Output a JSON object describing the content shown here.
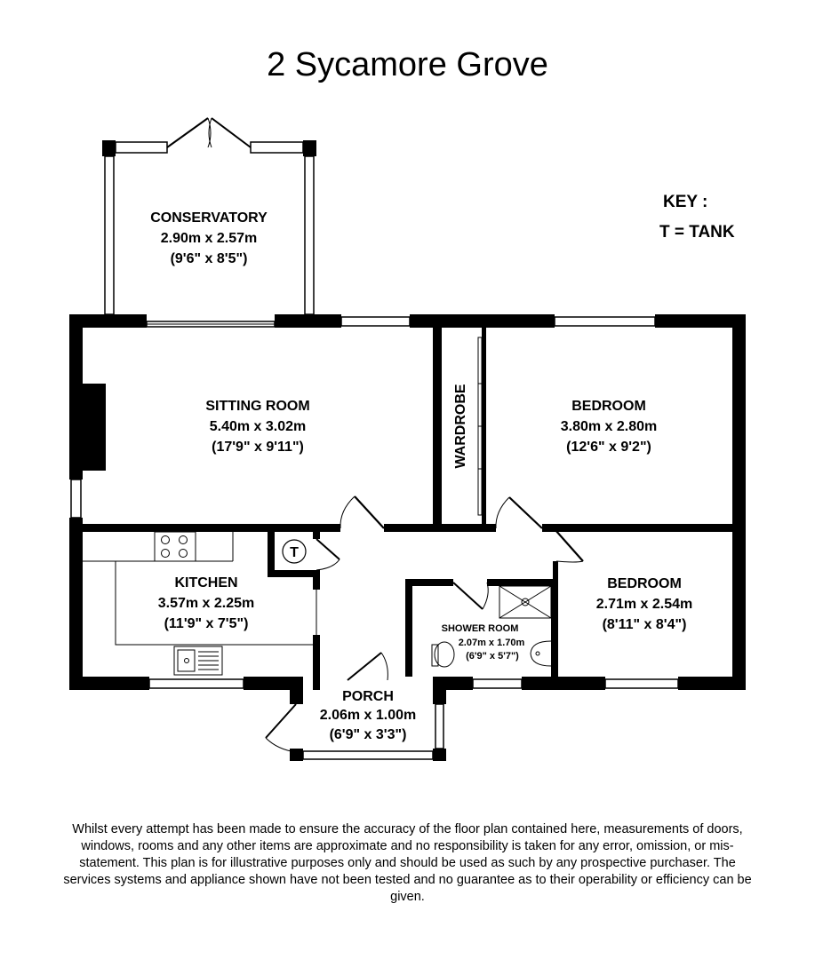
{
  "title": "2 Sycamore Grove",
  "key": {
    "heading": "KEY :",
    "entry": "T = TANK"
  },
  "tank_symbol": "T",
  "rooms": {
    "conservatory": {
      "name": "CONSERVATORY",
      "metric": "2.90m x 2.57m",
      "imperial": "(9'6\" x 8'5\")"
    },
    "sitting_room": {
      "name": "SITTING ROOM",
      "metric": "5.40m x 3.02m",
      "imperial": "(17'9\" x 9'11\")"
    },
    "wardrobe": {
      "name": "WARDROBE"
    },
    "bedroom_1": {
      "name": "BEDROOM",
      "metric": "3.80m x 2.80m",
      "imperial": "(12'6\" x 9'2\")"
    },
    "kitchen": {
      "name": "KITCHEN",
      "metric": "3.57m x 2.25m",
      "imperial": "(11'9\" x 7'5\")"
    },
    "shower_room": {
      "name": "SHOWER ROOM",
      "metric": "2.07m x 1.70m",
      "imperial": "(6'9\" x 5'7\")"
    },
    "bedroom_2": {
      "name": "BEDROOM",
      "metric": "2.71m x 2.54m",
      "imperial": "(8'11\" x 8'4\")"
    },
    "porch": {
      "name": "PORCH",
      "metric": "2.06m x 1.00m",
      "imperial": "(6'9\" x 3'3\")"
    }
  },
  "disclaimer": "Whilst every attempt has been made to ensure the accuracy of the floor plan contained here, measurements of doors, windows, rooms and any other items are approximate and no responsibility is taken for any error, omission, or mis-statement. This plan is for illustrative purposes only and should be used as such by any prospective purchaser. The services systems and appliance shown have not been tested and no guarantee as to their operability or efficiency can be given."
}
